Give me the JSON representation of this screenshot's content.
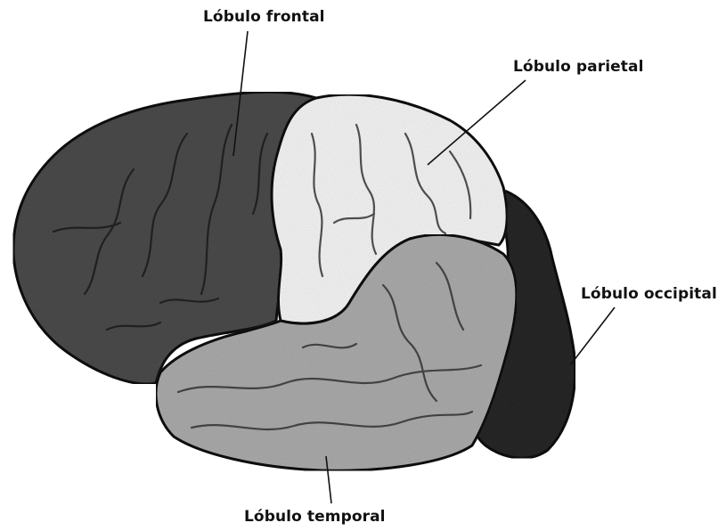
{
  "labels": {
    "frontal": "Lóbulo frontal",
    "parietal": "Lóbulo parietal",
    "occipital": "Lóbulo occipital",
    "temporal": "Lóbulo temporal"
  },
  "colors": {
    "frontal_fill": "#4a4a4a",
    "parietal_fill": "#f2f2f2",
    "occipital_fill": "#262626",
    "temporal_fill": "#a9a9a9",
    "outline": "#111111"
  }
}
